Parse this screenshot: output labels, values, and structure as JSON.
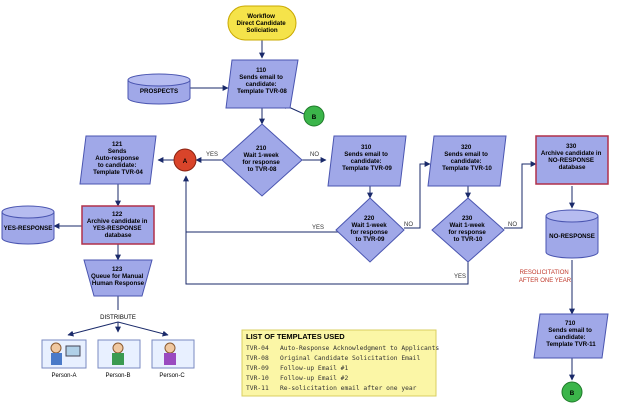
{
  "nodes": {
    "start": [
      "Workflow",
      "Direct Candidate",
      "Soliciation"
    ],
    "n110": [
      "110",
      "Sends email to",
      "candidate:",
      "Template TVR-08"
    ],
    "prospects": [
      "PROSPECTS"
    ],
    "b_top": [
      "B"
    ],
    "n210": [
      "210",
      "Wait 1-week",
      "for response",
      "to TVR-08"
    ],
    "a_connector": [
      "A"
    ],
    "n121": [
      "121",
      "Sends",
      "Auto-response",
      "to candidate:",
      "Template TVR-04"
    ],
    "n310": [
      "310",
      "Sends email to",
      "candidate:",
      "Template TVR-09"
    ],
    "n220": [
      "220",
      "Wait 1-week",
      "for response",
      "to TVR-09"
    ],
    "n320": [
      "320",
      "Sends email to",
      "candidate:",
      "Template TVR-10"
    ],
    "n230": [
      "230",
      "Wait 1-week",
      "for response",
      "to TVR-10"
    ],
    "n330": [
      "330",
      "Archive candidate in",
      "NO-RESPONSE",
      "database"
    ],
    "no_response_db": [
      "NO-RESPONSE"
    ],
    "n122": [
      "122",
      "Archive candidate in",
      "YES-RESPONSE",
      "database"
    ],
    "yes_response_db": [
      "YES-RESPONSE"
    ],
    "n123": [
      "123",
      "Queue for Manual",
      "Human Response"
    ],
    "n710": [
      "710",
      "Sends email to",
      "candidate:",
      "Template TVR-11"
    ],
    "b_bottom": [
      "B"
    ]
  },
  "edge_labels": {
    "yes_210": "YES",
    "no_210": "NO",
    "yes_220": "YES",
    "no_220": "NO",
    "no_230": "NO",
    "yes_230": "YES"
  },
  "distribute_label": "DISTRIBUTE",
  "resolicitation_note": [
    "RESOLICITATION",
    "AFTER ONE YEAR"
  ],
  "persons": [
    "Person-A",
    "Person-B",
    "Person-C"
  ],
  "templates": {
    "title": "LIST OF TEMPLATES USED",
    "rows": [
      {
        "code": "TVR-04",
        "desc": "Auto-Response Acknowledgment to Applicants"
      },
      {
        "code": "TVR-08",
        "desc": "Original Candidate Solicitation Email"
      },
      {
        "code": "TVR-09",
        "desc": "Follow-up Email #1"
      },
      {
        "code": "TVR-10",
        "desc": "Follow-up Email #2"
      },
      {
        "code": "TVR-11",
        "desc": "Re-solicitation email after one year"
      }
    ]
  },
  "colors": {
    "shape_fill": "#a0a8e8",
    "shape_stroke": "#4a55b0",
    "start_fill": "#f5e34a",
    "connector_green": "#3bb54a",
    "connector_red": "#d9442a",
    "archive_stroke": "#b0304a",
    "template_box": "#fbf6a6"
  }
}
